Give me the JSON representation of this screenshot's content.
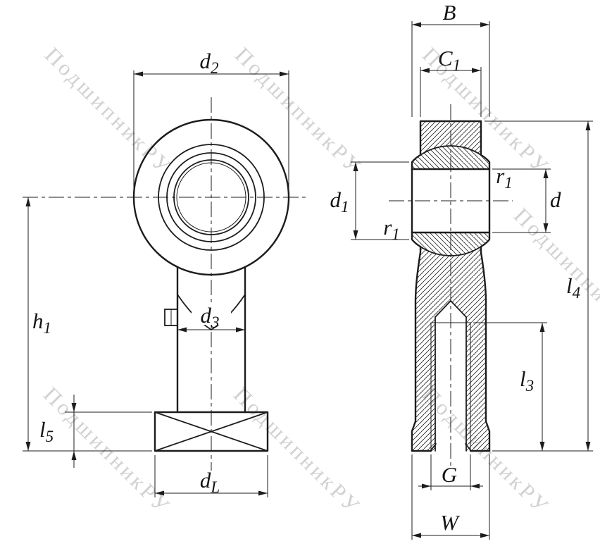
{
  "watermark": {
    "text": "ПодшипникРУ",
    "color": "#c6c6c6"
  },
  "line_color": "#1c1c1c",
  "labels": {
    "d2": {
      "base": "d",
      "sub": "2"
    },
    "d3": {
      "base": "d",
      "sub": "3"
    },
    "dL": {
      "base": "d",
      "sub": "L"
    },
    "h1": {
      "base": "h",
      "sub": "1"
    },
    "l5": {
      "base": "l",
      "sub": "5"
    },
    "B": {
      "base": "B",
      "sub": ""
    },
    "C1": {
      "base": "C",
      "sub": "1"
    },
    "d1": {
      "base": "d",
      "sub": "1"
    },
    "r1": {
      "base": "r",
      "sub": "1"
    },
    "d": {
      "base": "d",
      "sub": ""
    },
    "l4": {
      "base": "l",
      "sub": "4"
    },
    "l3": {
      "base": "l",
      "sub": "3"
    },
    "G": {
      "base": "G",
      "sub": ""
    },
    "W": {
      "base": "W",
      "sub": ""
    }
  }
}
